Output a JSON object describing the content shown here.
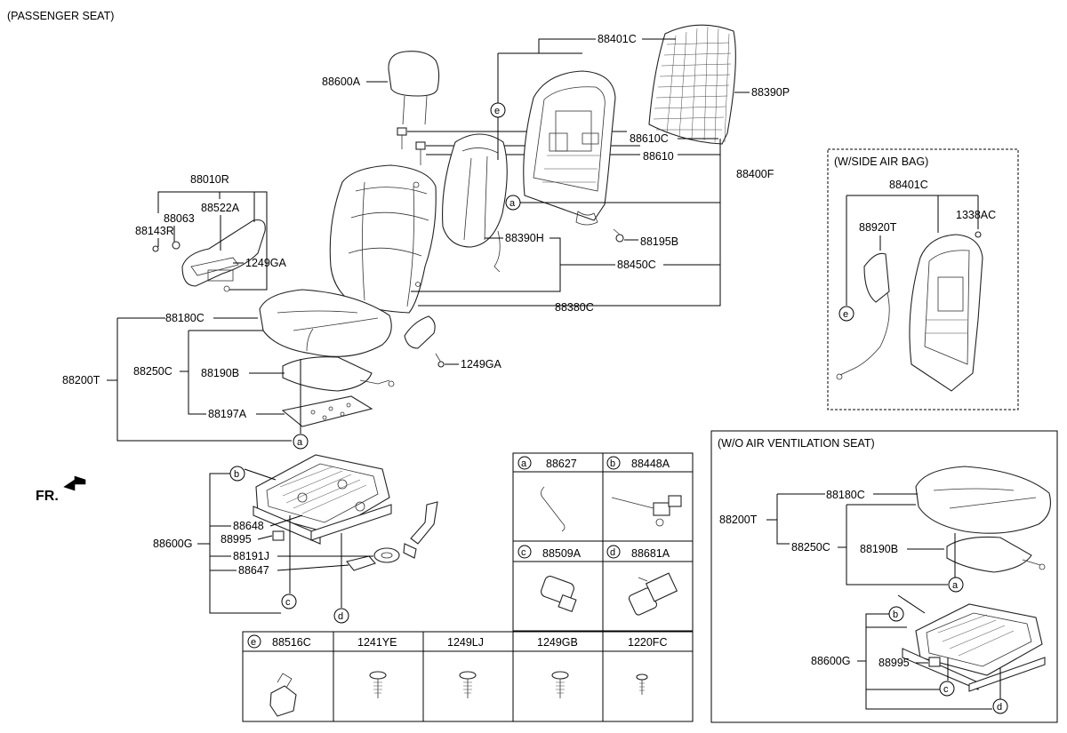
{
  "title": "(PASSENGER SEAT)",
  "front_marker": "FR.",
  "labels": {
    "l88401C": "88401C",
    "l88600A": "88600A",
    "l88390P": "88390P",
    "l88610C": "88610C",
    "l88610": "88610",
    "l88400F": "88400F",
    "l88010R": "88010R",
    "l88063": "88063",
    "l88522A": "88522A",
    "l88143R": "88143R",
    "l1249GA_a": "1249GA",
    "l88390H": "88390H",
    "l88195B": "88195B",
    "l88450C": "88450C",
    "l88380C": "88380C",
    "l88180C": "88180C",
    "l88200T": "88200T",
    "l88250C": "88250C",
    "l88190B": "88190B",
    "l1249GA_b": "1249GA",
    "l88197A": "88197A",
    "l88648": "88648",
    "l88600G": "88600G",
    "l88995": "88995",
    "l88191J": "88191J",
    "l88647": "88647"
  },
  "callouts": {
    "a": "a",
    "b": "b",
    "c": "c",
    "d": "d",
    "e": "e"
  },
  "legend_grid": {
    "a_code": "88627",
    "b_code": "88448A",
    "c_code": "88509A",
    "d_code": "88681A"
  },
  "fastener_table": {
    "e_code": "88516C",
    "cols": [
      "1241YE",
      "1249LJ",
      "1249GB",
      "1220FC"
    ]
  },
  "side_airbag": {
    "title": "(W/SIDE AIR BAG)",
    "l88401C": "88401C",
    "l88920T": "88920T",
    "l1338AC": "1338AC"
  },
  "no_vent": {
    "title": "(W/O AIR VENTILATION SEAT)",
    "l88180C": "88180C",
    "l88200T": "88200T",
    "l88250C": "88250C",
    "l88190B": "88190B",
    "l88600G": "88600G",
    "l88995": "88995"
  }
}
